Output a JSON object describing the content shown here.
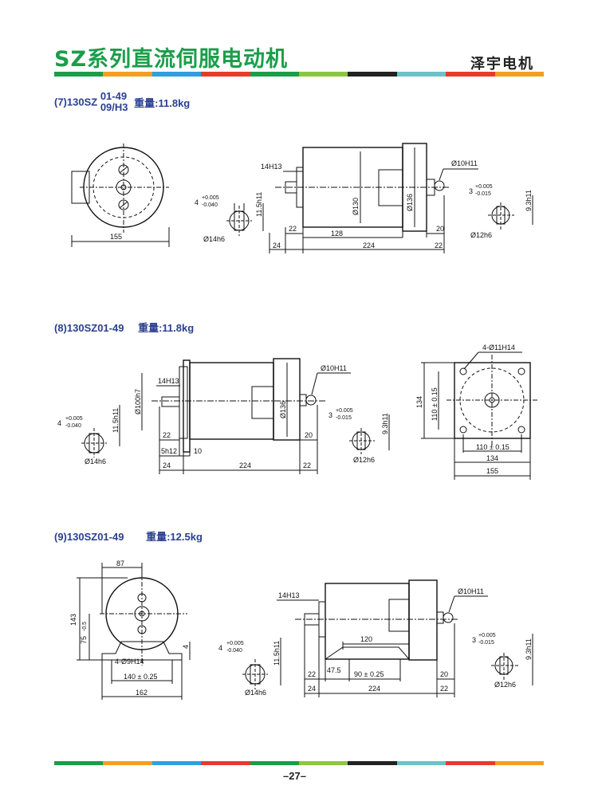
{
  "header": {
    "title": "SZ系列直流伺服电动机",
    "brand": "泽宇电机"
  },
  "colors": {
    "title": "#1a9e4a",
    "section_head": "#2b3f8f",
    "stripe": [
      "#1a9e4a",
      "#f0a020",
      "#2fa0dc",
      "#e83a2c",
      "#1a9e4a",
      "#8cc63f",
      "#222222",
      "#6ec1c9",
      "#e83a2c",
      "#f0a020"
    ]
  },
  "sections": [
    {
      "prefix": "(7)130SZ",
      "model_top": "01-49",
      "model_bottom": "09/H3",
      "weight": "重量:11.8kg",
      "front_width": "155",
      "shaft_left": {
        "tol_top": "+0.005",
        "tol_bottom": "-0.040",
        "key": "4",
        "height": "11.5h11",
        "dia": "Ø14h6"
      },
      "shaft_right": {
        "tol_top": "+0.005",
        "tol_bottom": "-0.015",
        "key": "3",
        "height": "9.3h11",
        "dia": "Ø12h6"
      },
      "motor": {
        "shaft_fit": "14H13",
        "body_dia": "Ø130",
        "cap_dia": "Ø136",
        "rear_shaft": "Ø10H11",
        "dims": [
          "22",
          "128",
          "20",
          "24",
          "224",
          "22"
        ]
      }
    },
    {
      "title": "(8)130SZ01-49",
      "weight": "重量:11.8kg",
      "shaft_left": {
        "tol_top": "+0.005",
        "tol_bottom": "-0.040",
        "key": "4",
        "height": "11.5h11",
        "dia": "Ø14h6"
      },
      "shaft_right": {
        "tol_top": "+0.005",
        "tol_bottom": "-0.015",
        "key": "3",
        "height": "9.3h11",
        "dia": "Ø12h6"
      },
      "motor": {
        "shaft_fit": "14H13",
        "spigot": "Ø100h7",
        "cap_dia": "Ø136",
        "rear_shaft": "Ø10H11",
        "dims": [
          "22",
          "5h12",
          "10",
          "20",
          "24",
          "224",
          "22"
        ]
      },
      "flange": {
        "holes": "4-Ø11H14",
        "height": "134",
        "hole_v": "110 ± 0.15",
        "hole_h": "110 ± 0.15",
        "width": "134",
        "overall": "155"
      }
    },
    {
      "title": "(9)130SZ01-49",
      "weight": "重量:12.5kg",
      "foot": {
        "top": "87",
        "height": "143",
        "center": "75",
        "center_tol": "-0.5",
        "feet_t": "4",
        "holes": "4-Ø9H14",
        "hole_span": "140 ± 0.25",
        "width": "162"
      },
      "shaft_left": {
        "tol_top": "+0.005",
        "tol_bottom": "-0.040",
        "key": "4",
        "height": "11.5h11",
        "dia": "Ø14h6"
      },
      "shaft_right": {
        "tol_top": "+0.005",
        "tol_bottom": "-0.015",
        "key": "3",
        "height": "9.3h11",
        "dia": "Ø12h6"
      },
      "motor": {
        "shaft_fit": "14H13",
        "rear_shaft": "Ø10H11",
        "dims": [
          "120",
          "22",
          "47.5",
          "90 ± 0.25",
          "20",
          "24",
          "224",
          "22"
        ]
      }
    }
  ],
  "page_number": "–27–"
}
